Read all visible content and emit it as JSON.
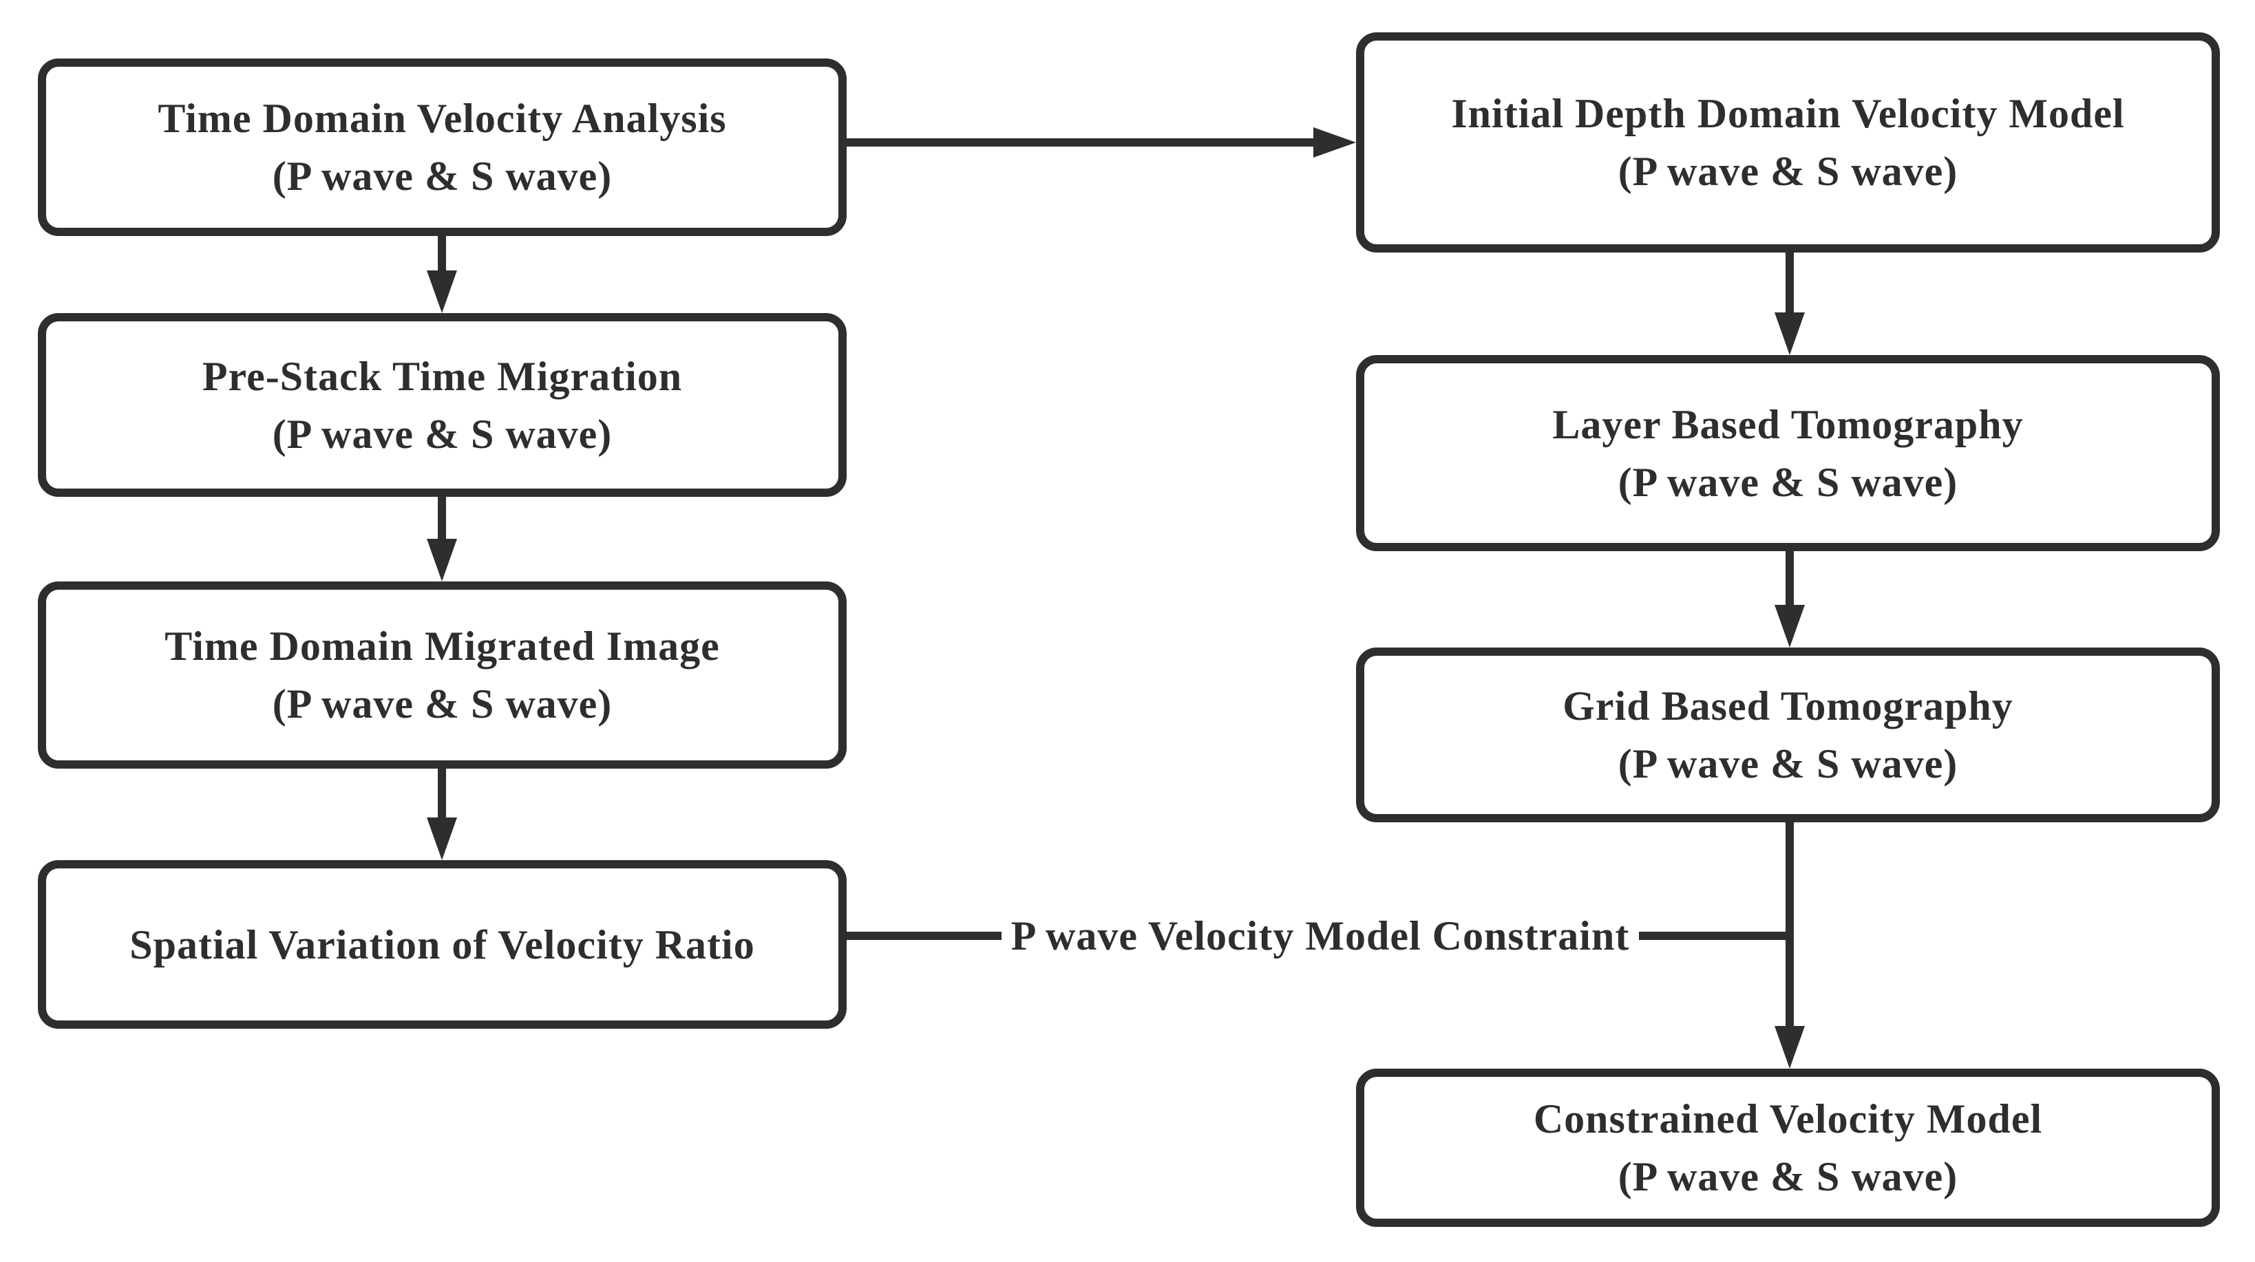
{
  "page": {
    "background": "#ffffff",
    "ink": "#2e2e2e"
  },
  "boxes": [
    {
      "id": "time-domain-velocity-analysis",
      "title": "Time Domain Velocity Analysis",
      "subtitle": "(P wave & S wave)"
    },
    {
      "id": "pre-stack-time-migration",
      "title": "Pre-Stack Time Migration",
      "subtitle": "(P wave & S wave)"
    },
    {
      "id": "time-domain-migrated-image",
      "title": "Time Domain Migrated Image",
      "subtitle": "(P wave & S wave)"
    },
    {
      "id": "spatial-variation-of-velocity-ratio",
      "title": "Spatial Variation of Velocity Ratio",
      "subtitle": ""
    },
    {
      "id": "initial-depth-domain-velocity-model",
      "title": "Initial Depth Domain Velocity Model",
      "subtitle": "(P wave & S wave)"
    },
    {
      "id": "layer-based-tomography",
      "title": "Layer Based Tomography",
      "subtitle": "(P wave & S wave)"
    },
    {
      "id": "grid-based-tomography",
      "title": "Grid Based Tomography",
      "subtitle": "(P wave & S wave)"
    },
    {
      "id": "constrained-velocity-model",
      "title": "Constrained Velocity Model",
      "subtitle": "(P wave & S wave)"
    }
  ],
  "connector": {
    "label": "P wave Velocity Model Constraint"
  }
}
